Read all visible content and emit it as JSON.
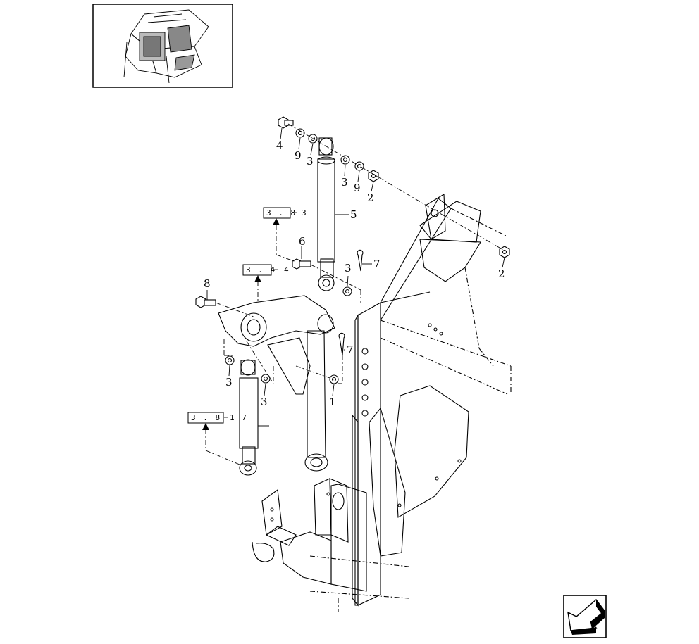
{
  "callouts": [
    {
      "id": "c4",
      "text": "4"
    },
    {
      "id": "c9a",
      "text": "9"
    },
    {
      "id": "c3a",
      "text": "3"
    },
    {
      "id": "c3b",
      "text": "3"
    },
    {
      "id": "c9b",
      "text": "9"
    },
    {
      "id": "c2a",
      "text": "2"
    },
    {
      "id": "c5",
      "text": "5"
    },
    {
      "id": "c2b",
      "text": "2"
    },
    {
      "id": "c6",
      "text": "6"
    },
    {
      "id": "c3c",
      "text": "3"
    },
    {
      "id": "c7a",
      "text": "7"
    },
    {
      "id": "c8",
      "text": "8"
    },
    {
      "id": "c7b",
      "text": "7"
    },
    {
      "id": "c3d",
      "text": "3"
    },
    {
      "id": "c3e",
      "text": "3"
    },
    {
      "id": "c1",
      "text": "1"
    }
  ],
  "refs": {
    "ref1": {
      "box": "3 . 8",
      "suffix": "3"
    },
    "ref2": {
      "box": "3 . 4",
      "suffix": "4"
    },
    "ref3": {
      "box": "3 . 8",
      "suffix": "1 7"
    }
  },
  "nav": {
    "icon": "arrow-down-left-icon"
  }
}
